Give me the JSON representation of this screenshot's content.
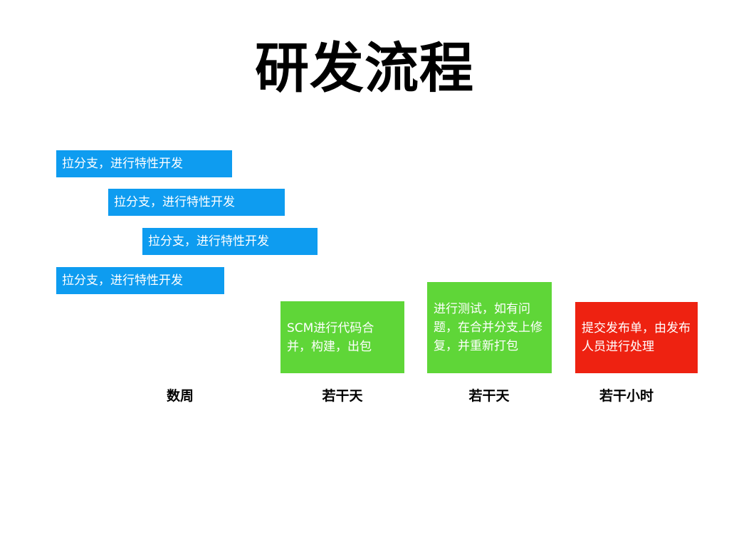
{
  "slide": {
    "title": "研发流程",
    "background_color": "#ffffff",
    "title_color": "#000000"
  },
  "colors": {
    "branch_blue": "#0e9cf0",
    "stage_green": "#5fd638",
    "stage_red": "#ee2211",
    "label_black": "#000000",
    "box_text": "#ffffff"
  },
  "branch_boxes": [
    {
      "label": "拉分支，进行特性开发",
      "color": "#0e9cf0"
    },
    {
      "label": "拉分支，进行特性开发",
      "color": "#0e9cf0"
    },
    {
      "label": "拉分支，进行特性开发",
      "color": "#0e9cf0"
    },
    {
      "label": "拉分支，进行特性开发",
      "color": "#0e9cf0"
    }
  ],
  "stage_boxes": [
    {
      "label": "SCM进行代码合并，构建，出包",
      "color": "#5fd638"
    },
    {
      "label": "进行测试，如有问题，在合并分支上修复，并重新打包",
      "color": "#5fd638"
    },
    {
      "label": "提交发布单，由发布人员进行处理",
      "color": "#ee2211"
    }
  ],
  "duration_labels": [
    {
      "label": "数周"
    },
    {
      "label": "若干天"
    },
    {
      "label": "若干天"
    },
    {
      "label": "若干小时"
    }
  ]
}
